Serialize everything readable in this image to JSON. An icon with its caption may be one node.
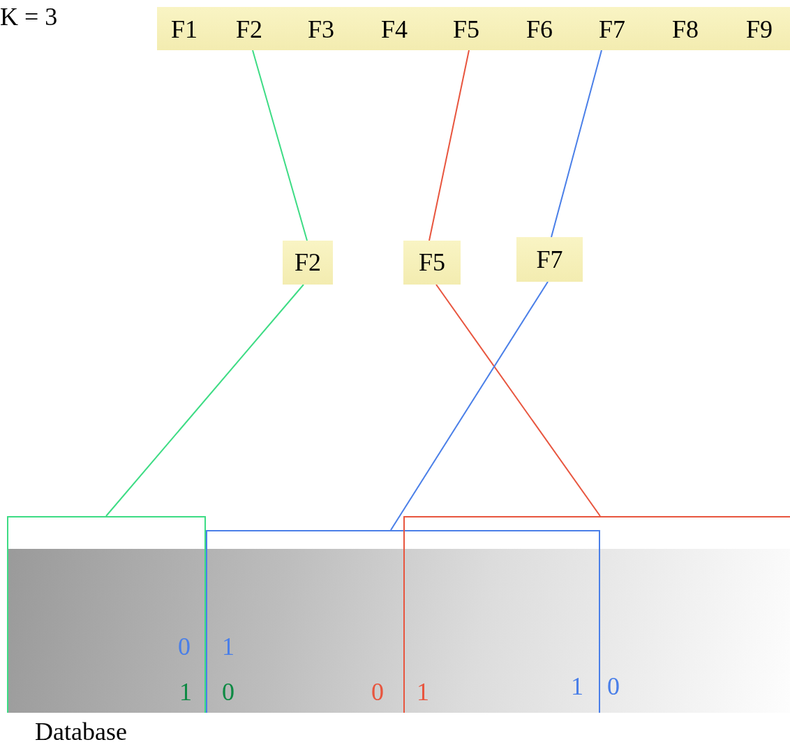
{
  "diagram": {
    "nodes": [
      {
        "text": [],
        "shape": "bar"
      },
      {
        "text": [
          "F1"
        ],
        "in": 0
      },
      {
        "text": [
          "F2"
        ],
        "in": 0
      },
      {
        "text": [
          "F3"
        ],
        "in": 0
      },
      {
        "text": [
          "F4"
        ],
        "in": 0
      },
      {
        "text": [
          "F5"
        ],
        "in": 0
      },
      {
        "text": [
          "F6"
        ],
        "in": 0
      },
      {
        "text": [
          "F7"
        ],
        "in": 0
      },
      {
        "text": [
          "F8"
        ],
        "in": 0
      },
      {
        "text": [
          "F9"
        ],
        "in": 0
      },
      {
        "text": [
          "F2"
        ]
      },
      {
        "text": [
          "F5"
        ]
      },
      {
        "text": [
          "F7"
        ]
      },
      {
        "text": [
          "Database"
        ]
      },
      {
        "text": [],
        "shape": "bracket"
      },
      {
        "text": [],
        "shape": "bracket"
      },
      {
        "text": [],
        "shape": "bracket"
      }
    ],
    "edges": [
      {
        "from": 2,
        "to": 10,
        "arrow": "none",
        "color": "#3ddc84"
      },
      {
        "from": 5,
        "to": 11,
        "arrow": "none",
        "color": "#e8553e"
      },
      {
        "from": 7,
        "to": 12,
        "arrow": "none",
        "color": "#4a7fe8"
      },
      {
        "from": 10,
        "to": 14,
        "arrow": "none",
        "color": "#3ddc84"
      },
      {
        "from": 11,
        "to": 16,
        "arrow": "none",
        "color": "#e8553e"
      },
      {
        "from": 12,
        "to": 15,
        "arrow": "none",
        "color": "#4a7fe8"
      }
    ],
    "labels": [
      "K = 3",
      "0",
      "1",
      "1",
      "0",
      "0",
      "1",
      "1",
      "0"
    ]
  }
}
